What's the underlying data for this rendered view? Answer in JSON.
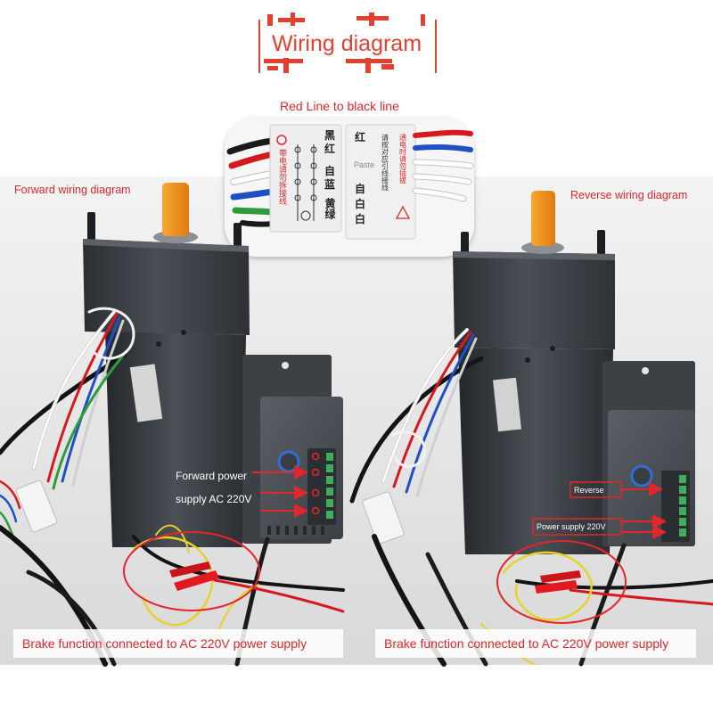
{
  "title": "Wiring diagram",
  "inset": {
    "caption": "Red Line to black line",
    "left_card": {
      "colors": [
        "黑",
        "红",
        "自",
        "蓝",
        "黄绿"
      ],
      "warning": "带电请勿拆接线"
    },
    "right_card": {
      "top": "红",
      "paste": "Paste",
      "whites": [
        "自",
        "白",
        "白"
      ],
      "instruction": "请按对应引线接线",
      "warning": "通电时请勿插拔"
    }
  },
  "forward": {
    "heading": "Forward wiring diagram",
    "power_label_line1": "Forward power",
    "power_label_line2": "supply AC 220V",
    "caption": "Brake function connected to AC 220V power supply"
  },
  "reverse": {
    "heading": "Reverse wiring diagram",
    "reverse_label": "Reverse",
    "power_label": "Power supply 220V",
    "caption": "Brake function connected to AC 220V power supply"
  },
  "colors": {
    "accent": "#e3262b",
    "title": "#e4402f",
    "motor": "#33373c",
    "shaft": "#f59a23"
  }
}
